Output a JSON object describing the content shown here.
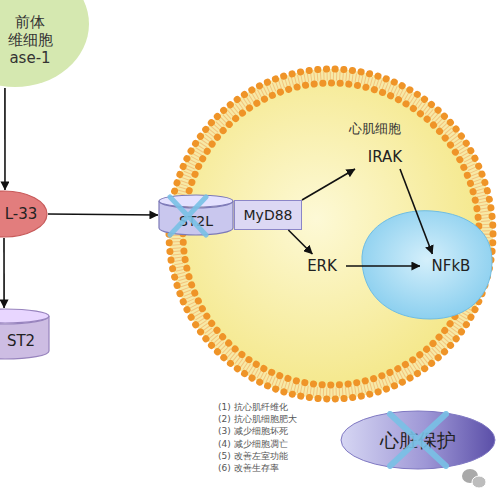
{
  "diagram": {
    "nodes": [
      {
        "text": [
          "前体 维细胞 ase-1"
        ]
      },
      {
        "text": [
          "L-33"
        ]
      },
      {
        "text": [
          "ST2"
        ]
      },
      {
        "text": [
          "心肌细胞"
        ]
      },
      {
        "text": [
          "ST2L"
        ]
      },
      {
        "text": [
          "MyD88"
        ],
        "in": 3
      },
      {
        "text": [
          "IRAK"
        ],
        "in": 3
      },
      {
        "text": [
          "ERK"
        ],
        "in": 3
      },
      {
        "text": [
          "NFkB"
        ],
        "in": 3
      },
      {
        "text": [
          "心脏保护"
        ]
      }
    ],
    "edges": [
      {
        "from": 0,
        "to": 1,
        "arrow": "to"
      },
      {
        "from": 1,
        "to": 4,
        "arrow": "to"
      },
      {
        "from": 1,
        "to": 2,
        "arrow": "to"
      },
      {
        "from": 5,
        "to": 6,
        "arrow": "to"
      },
      {
        "from": 5,
        "to": 7,
        "arrow": "to"
      },
      {
        "from": 7,
        "to": 8,
        "arrow": "to"
      },
      {
        "from": 6,
        "to": 8,
        "arrow": "to"
      }
    ],
    "labels": [
      "(1) 抗心肌纤维化",
      "(2) 抗心肌细胞肥大",
      "(3) 减少细胞坏死",
      "(4) 减少细胞凋亡",
      "(5) 改善左室功能",
      "(6) 改善生存率"
    ]
  }
}
